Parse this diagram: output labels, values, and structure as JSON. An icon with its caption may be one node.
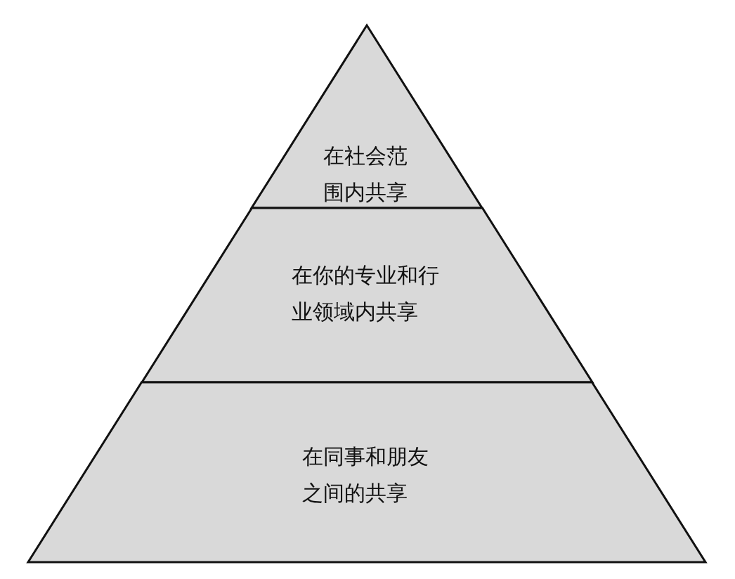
{
  "diagram": {
    "nodes": [
      {
        "text": [
          "在社会范围内共享"
        ]
      },
      {
        "text": [
          "在你的专业和行业领域内共享"
        ]
      },
      {
        "text": [
          "在同事和朋友之间的共享"
        ]
      }
    ]
  }
}
